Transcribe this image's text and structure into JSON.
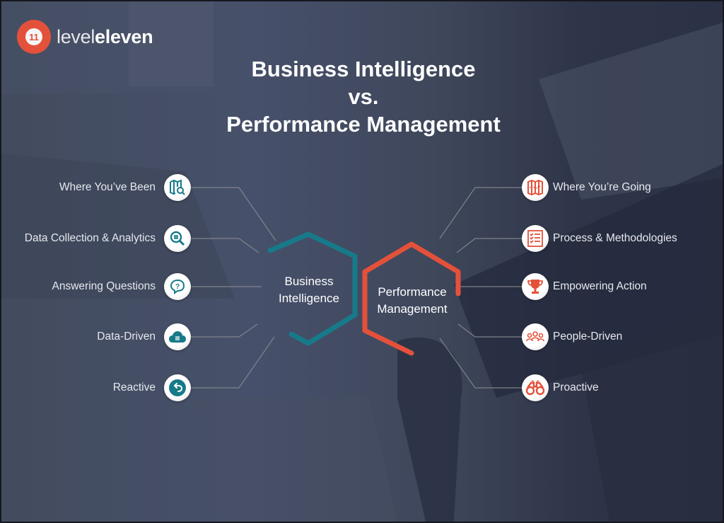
{
  "brand": {
    "logo_number": "11",
    "name_light": "level",
    "name_bold": "eleven",
    "accent_color": "#e4513a"
  },
  "title": {
    "line1": "Business Intelligence",
    "line2": "vs.",
    "line3": "Performance Management"
  },
  "business_intelligence": {
    "hex_label_line1": "Business",
    "hex_label_line2": "Intelligence",
    "color": "#177a8a",
    "items": [
      {
        "label": "Where You’ve Been",
        "icon": "map-search-icon"
      },
      {
        "label": "Data Collection & Analytics",
        "icon": "magnifier-list-icon"
      },
      {
        "label": "Answering Questions",
        "icon": "question-bubble-icon"
      },
      {
        "label": "Data-Driven",
        "icon": "cloud-data-icon"
      },
      {
        "label": "Reactive",
        "icon": "undo-arrow-icon"
      }
    ]
  },
  "performance_management": {
    "hex_label_line1": "Performance",
    "hex_label_line2": "Management",
    "color": "#e4513a",
    "items": [
      {
        "label": "Where You’re Going",
        "icon": "map-route-icon"
      },
      {
        "label": "Process & Methodologies",
        "icon": "checklist-icon"
      },
      {
        "label": "Empowering Action",
        "icon": "trophy-icon"
      },
      {
        "label": "People-Driven",
        "icon": "people-group-icon"
      },
      {
        "label": "Proactive",
        "icon": "binoculars-icon"
      }
    ]
  }
}
